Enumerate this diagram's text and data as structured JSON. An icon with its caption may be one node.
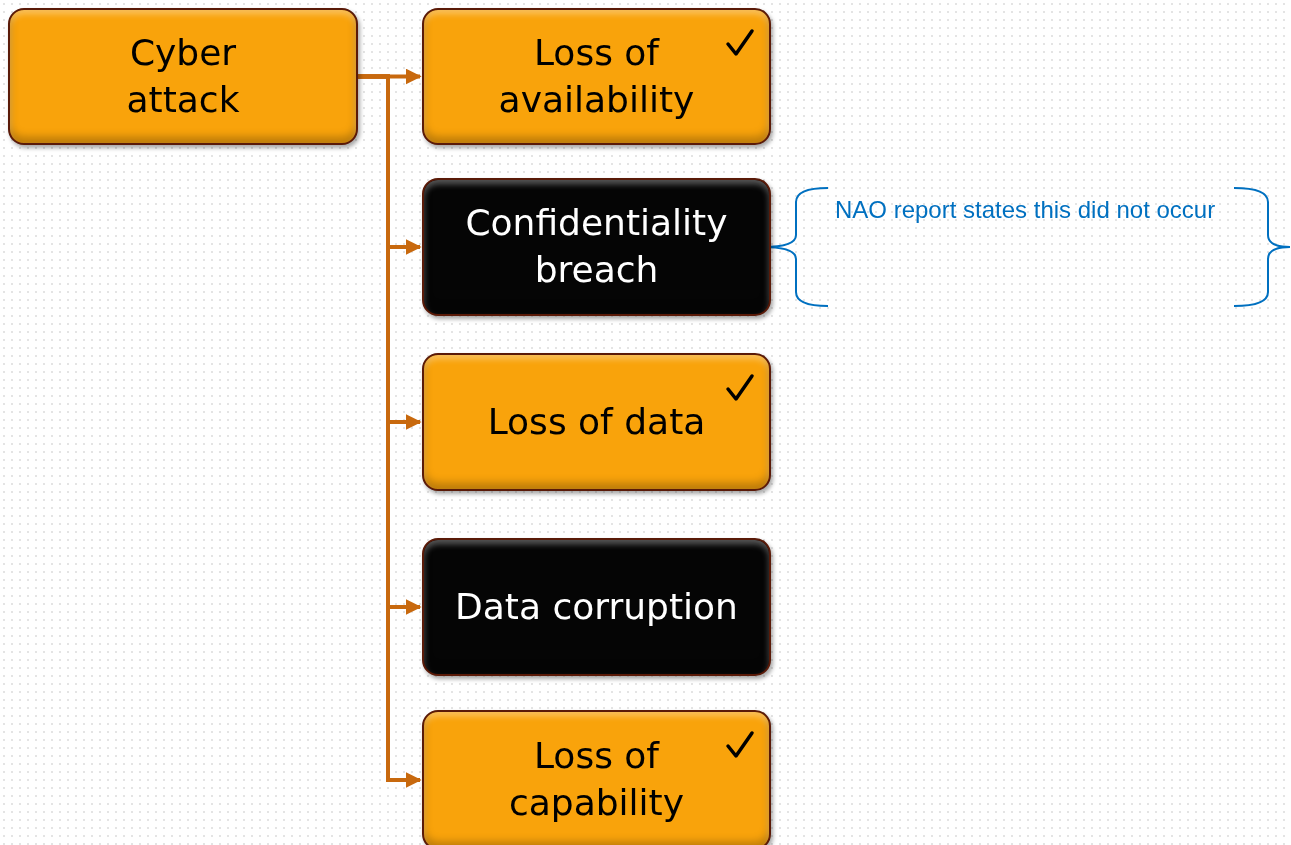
{
  "diagram": {
    "nodes": [
      {
        "text": [
          "Cyber attack"
        ]
      },
      {
        "text": [
          "Loss of availability"
        ]
      },
      {
        "text": [
          "Confidentiality breach"
        ],
        "beside": [
          "NAO report states this did not occur"
        ]
      },
      {
        "text": [
          "Loss of data"
        ]
      },
      {
        "text": [
          "Data corruption"
        ]
      },
      {
        "text": [
          "Loss of capability"
        ]
      }
    ],
    "edges": [
      {
        "from": 0,
        "to": 1,
        "arrow": "to"
      },
      {
        "from": 0,
        "to": 2,
        "arrow": "to"
      },
      {
        "from": 0,
        "to": 3,
        "arrow": "to"
      },
      {
        "from": 0,
        "to": 4,
        "arrow": "to"
      },
      {
        "from": 0,
        "to": 5,
        "arrow": "to"
      }
    ]
  }
}
